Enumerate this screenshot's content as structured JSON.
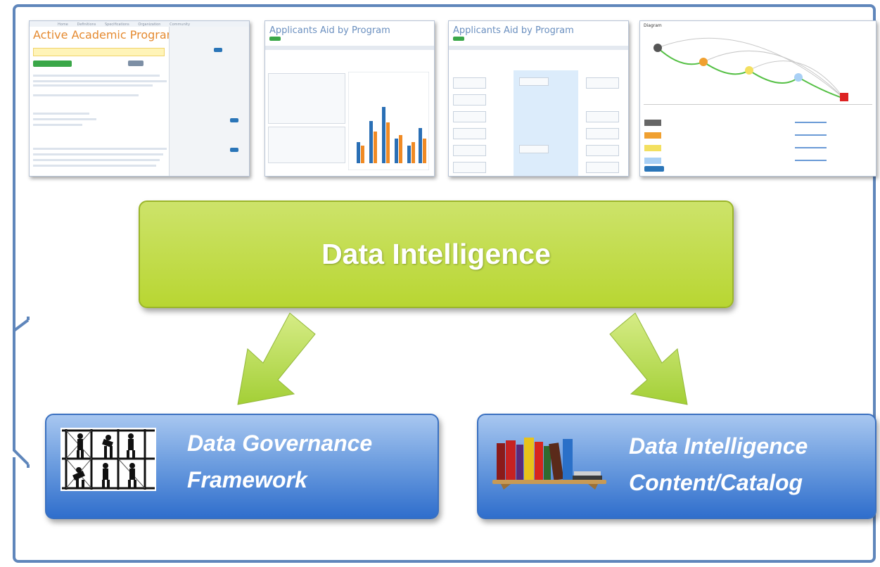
{
  "central_label": "Data Intelligence",
  "boxes": [
    {
      "line1": "Data Governance",
      "line2": "Framework"
    },
    {
      "line1": "Data Intelligence",
      "line2": "Content/Catalog"
    }
  ],
  "screens": [
    {
      "title": "Active Academic Program"
    },
    {
      "title": "Applicants Aid by Program"
    },
    {
      "title": "Applicants Aid by Program"
    },
    {
      "title": "Diagram"
    }
  ],
  "colors": {
    "frame": "#5f86bb",
    "center": "#c2dc4a",
    "boxes": "#4a84d6",
    "arrows": "#a8d236"
  },
  "icons": [
    "workers-silhouette-icon",
    "bookshelf-icon"
  ]
}
